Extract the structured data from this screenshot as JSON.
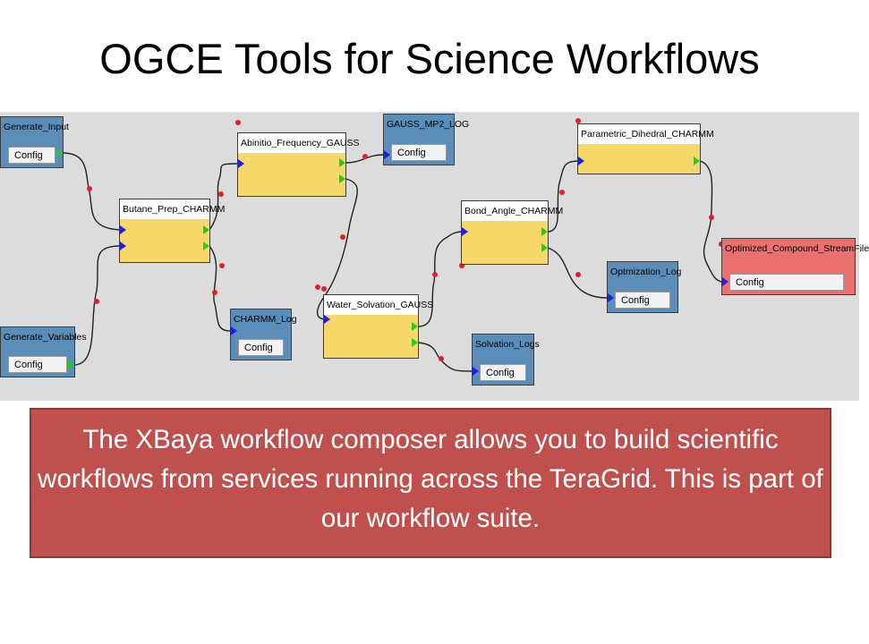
{
  "slide": {
    "title": "OGCE Tools for Science Workflows",
    "caption": "The XBaya workflow composer allows you to build scientific workflows from services running across the TeraGrid.  This is part of our workflow suite."
  },
  "workflow": {
    "inputs": [
      {
        "name": "Generate_Input",
        "config": "Config"
      },
      {
        "name": "Generate_Variables",
        "config": "Config"
      }
    ],
    "components": [
      {
        "name": "Butane_Prep_CHARMM"
      },
      {
        "name": "Abinitio_Frequency_GAUSS"
      },
      {
        "name": "Water_Solvation_GAUSS"
      },
      {
        "name": "Bond_Angle_CHARMM"
      },
      {
        "name": "Parametric_Dihedral_CHARMM"
      }
    ],
    "outputs": [
      {
        "name": "CHARMM_Log",
        "config": "Config"
      },
      {
        "name": "GAUSS_MP2_LOG",
        "config": "Config"
      },
      {
        "name": "Solvation_Logs",
        "config": "Config"
      },
      {
        "name": "Optmization_Log",
        "config": "Config"
      },
      {
        "name": "Optimized_Compound_StreamFile",
        "config": "Config"
      }
    ]
  },
  "colors": {
    "canvas_bg": "#dcdcdc",
    "component_fill": "#f5d867",
    "input_output_fill": "#5a8db8",
    "final_output_fill": "#ea6f6f",
    "input_port": "#1e1ee6",
    "output_port": "#22cc22",
    "control_point": "#e0202a",
    "caption_bg": "#c0504d"
  }
}
